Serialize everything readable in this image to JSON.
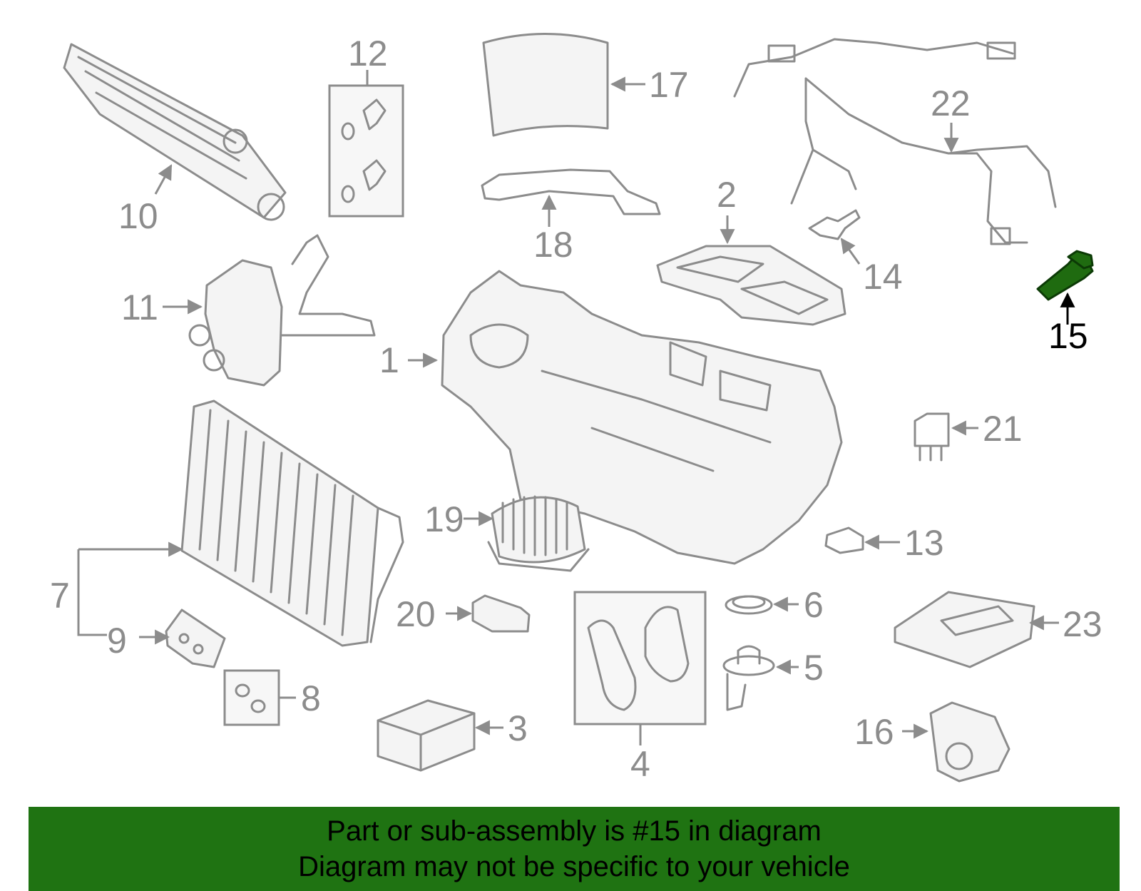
{
  "callouts": {
    "c1": "1",
    "c2": "2",
    "c3": "3",
    "c4": "4",
    "c5": "5",
    "c6": "6",
    "c7": "7",
    "c8": "8",
    "c9": "9",
    "c10": "10",
    "c11": "11",
    "c12": "12",
    "c13": "13",
    "c14": "14",
    "c15": "15",
    "c16": "16",
    "c17": "17",
    "c18": "18",
    "c19": "19",
    "c20": "20",
    "c21": "21",
    "c22": "22",
    "c23": "23"
  },
  "highlighted_part": "15",
  "colors": {
    "highlight": "#1f6b10",
    "banner": "#1f7312",
    "line_art": "#8c8c8c"
  },
  "banner": {
    "line1": "Part or sub-assembly is #15 in diagram",
    "line2": "Diagram may not be specific to your vehicle"
  }
}
